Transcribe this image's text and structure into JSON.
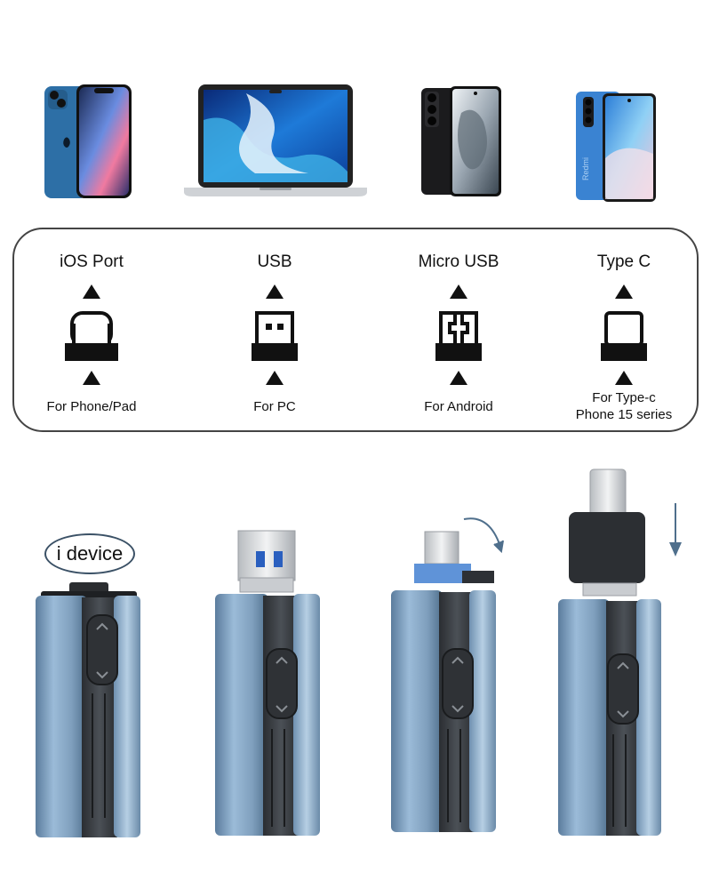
{
  "devices": [
    {
      "name": "iphone",
      "icon": "iphone-icon"
    },
    {
      "name": "laptop",
      "icon": "laptop-icon"
    },
    {
      "name": "android-phone-black",
      "icon": "android-phone-icon"
    },
    {
      "name": "android-phone-blue",
      "icon": "android-phone-icon"
    }
  ],
  "ports": [
    {
      "title": "iOS Port",
      "subtitle": "For Phone/Pad",
      "icon": "lightning-port-icon"
    },
    {
      "title": "USB",
      "subtitle": "For PC",
      "icon": "usb-a-port-icon"
    },
    {
      "title": "Micro USB",
      "subtitle": "For Android",
      "icon": "micro-usb-port-icon"
    },
    {
      "title": "Type C",
      "subtitle_line1": "For Type-c",
      "subtitle_line2": "Phone 15 series",
      "icon": "type-c-port-icon"
    }
  ],
  "drives": {
    "bubble_label": "i device"
  },
  "colors": {
    "drive_blue": "#7c9fbf",
    "drive_dark": "#3a3d42",
    "arrow_blue": "#4f6f8c"
  }
}
